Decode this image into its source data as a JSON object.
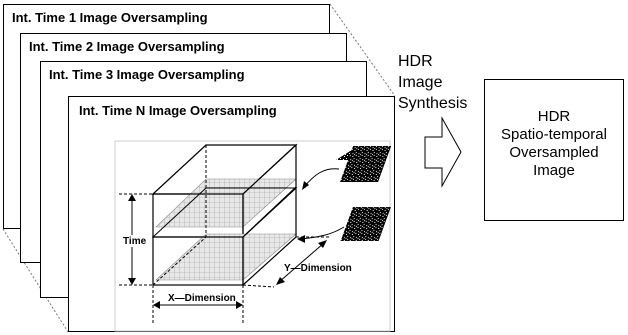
{
  "panels": [
    {
      "title": "Int. Time 1 Image Oversampling"
    },
    {
      "title": "Int. Time 2 Image Oversampling"
    },
    {
      "title": "Int. Time 3 Image Oversampling"
    },
    {
      "title": "Int. Time N Image Oversampling"
    }
  ],
  "synthesis": {
    "lines": [
      "HDR",
      "Image",
      "Synthesis"
    ]
  },
  "result": {
    "lines": [
      "HDR",
      "Spatio-temporal",
      "Oversampled",
      "Image"
    ]
  },
  "cube": {
    "time_label": "Time",
    "x_label": "X—Dimension",
    "y_label": "Y—Dimension"
  }
}
